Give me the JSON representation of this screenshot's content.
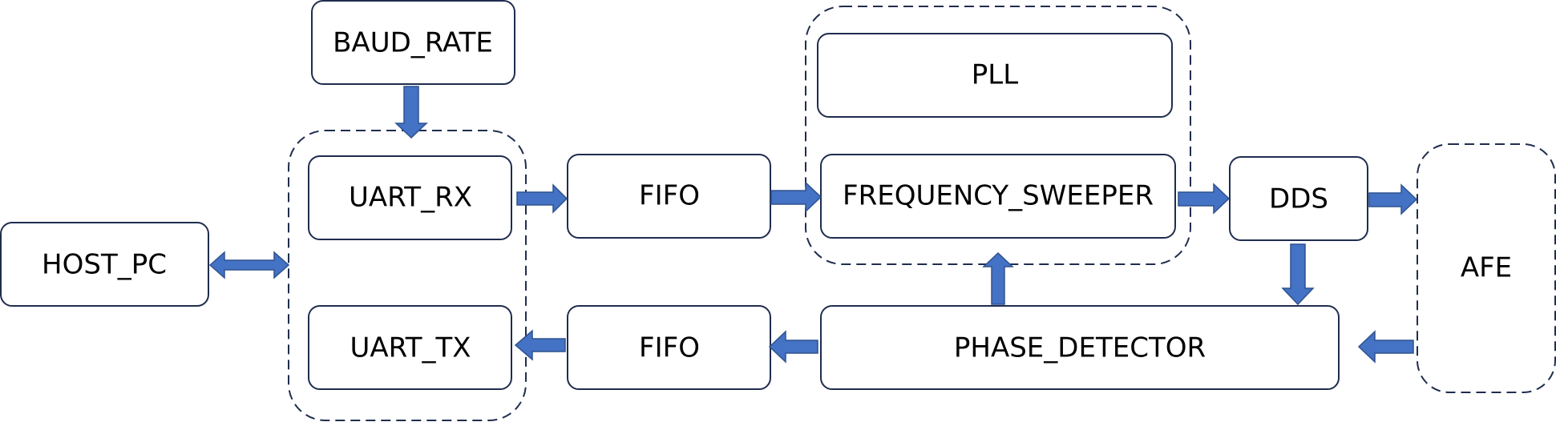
{
  "diagram": {
    "blocks": {
      "baud_rate": "BAUD_RATE",
      "host_pc": "HOST_PC",
      "uart_rx": "UART_RX",
      "uart_tx": "UART_TX",
      "fifo_rx": "FIFO",
      "fifo_tx": "FIFO",
      "pll": "PLL",
      "frequency_sweeper": "FREQUENCY_SWEEPER",
      "dds": "DDS",
      "phase_detector": "PHASE_DETECTOR",
      "afe": "AFE"
    },
    "colors": {
      "arrow_fill": "#4472c4",
      "box_stroke": "#1f2d4e"
    }
  }
}
